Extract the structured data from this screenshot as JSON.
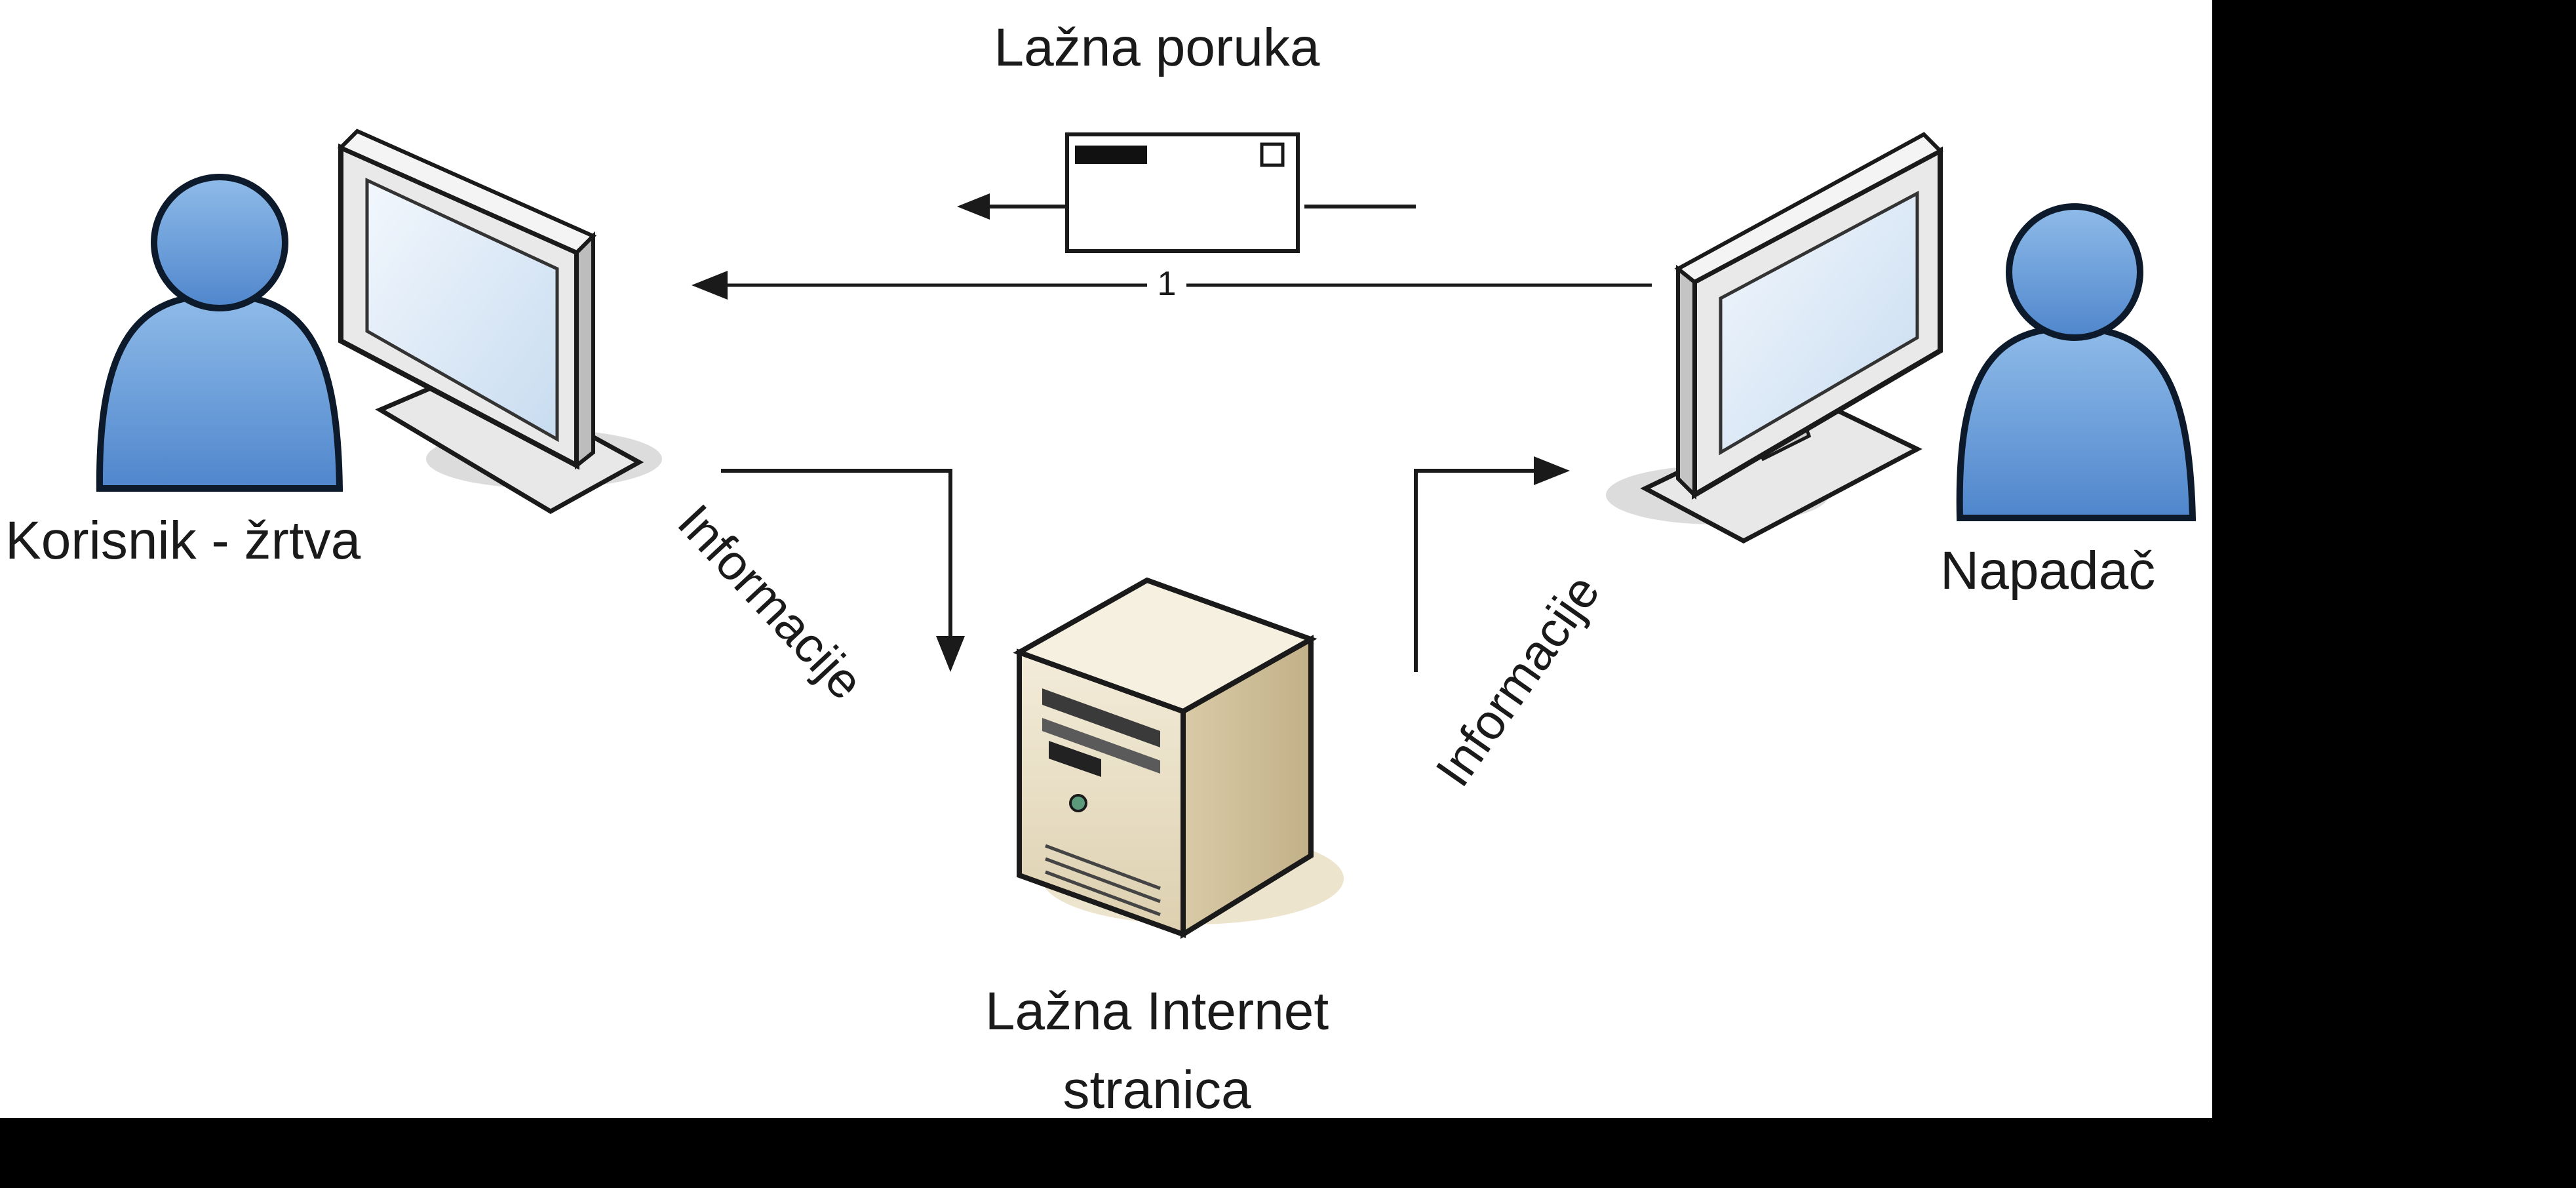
{
  "diagram": {
    "message_label": "Lažna poruka",
    "step_number": "1",
    "victim_label": "Korisnik - žrtva",
    "attacker_label": "Napadač",
    "left_flow_label": "Informacije",
    "right_flow_label": "Informacije",
    "server_label_line1": "Lažna Internet",
    "server_label_line2": "stranica"
  },
  "colors": {
    "canvas": "#ffffff",
    "frame": "#000000",
    "person_fill": "#5f95d6",
    "person_stroke": "#0d1a2b",
    "monitor_body": "#e4e4e4",
    "monitor_screen": "#dbe8f5",
    "server_body": "#e6dcc4",
    "line": "#1a1a1a"
  },
  "icons": [
    "person-icon",
    "monitor-icon",
    "envelope-icon",
    "server-icon",
    "arrow-icon"
  ]
}
